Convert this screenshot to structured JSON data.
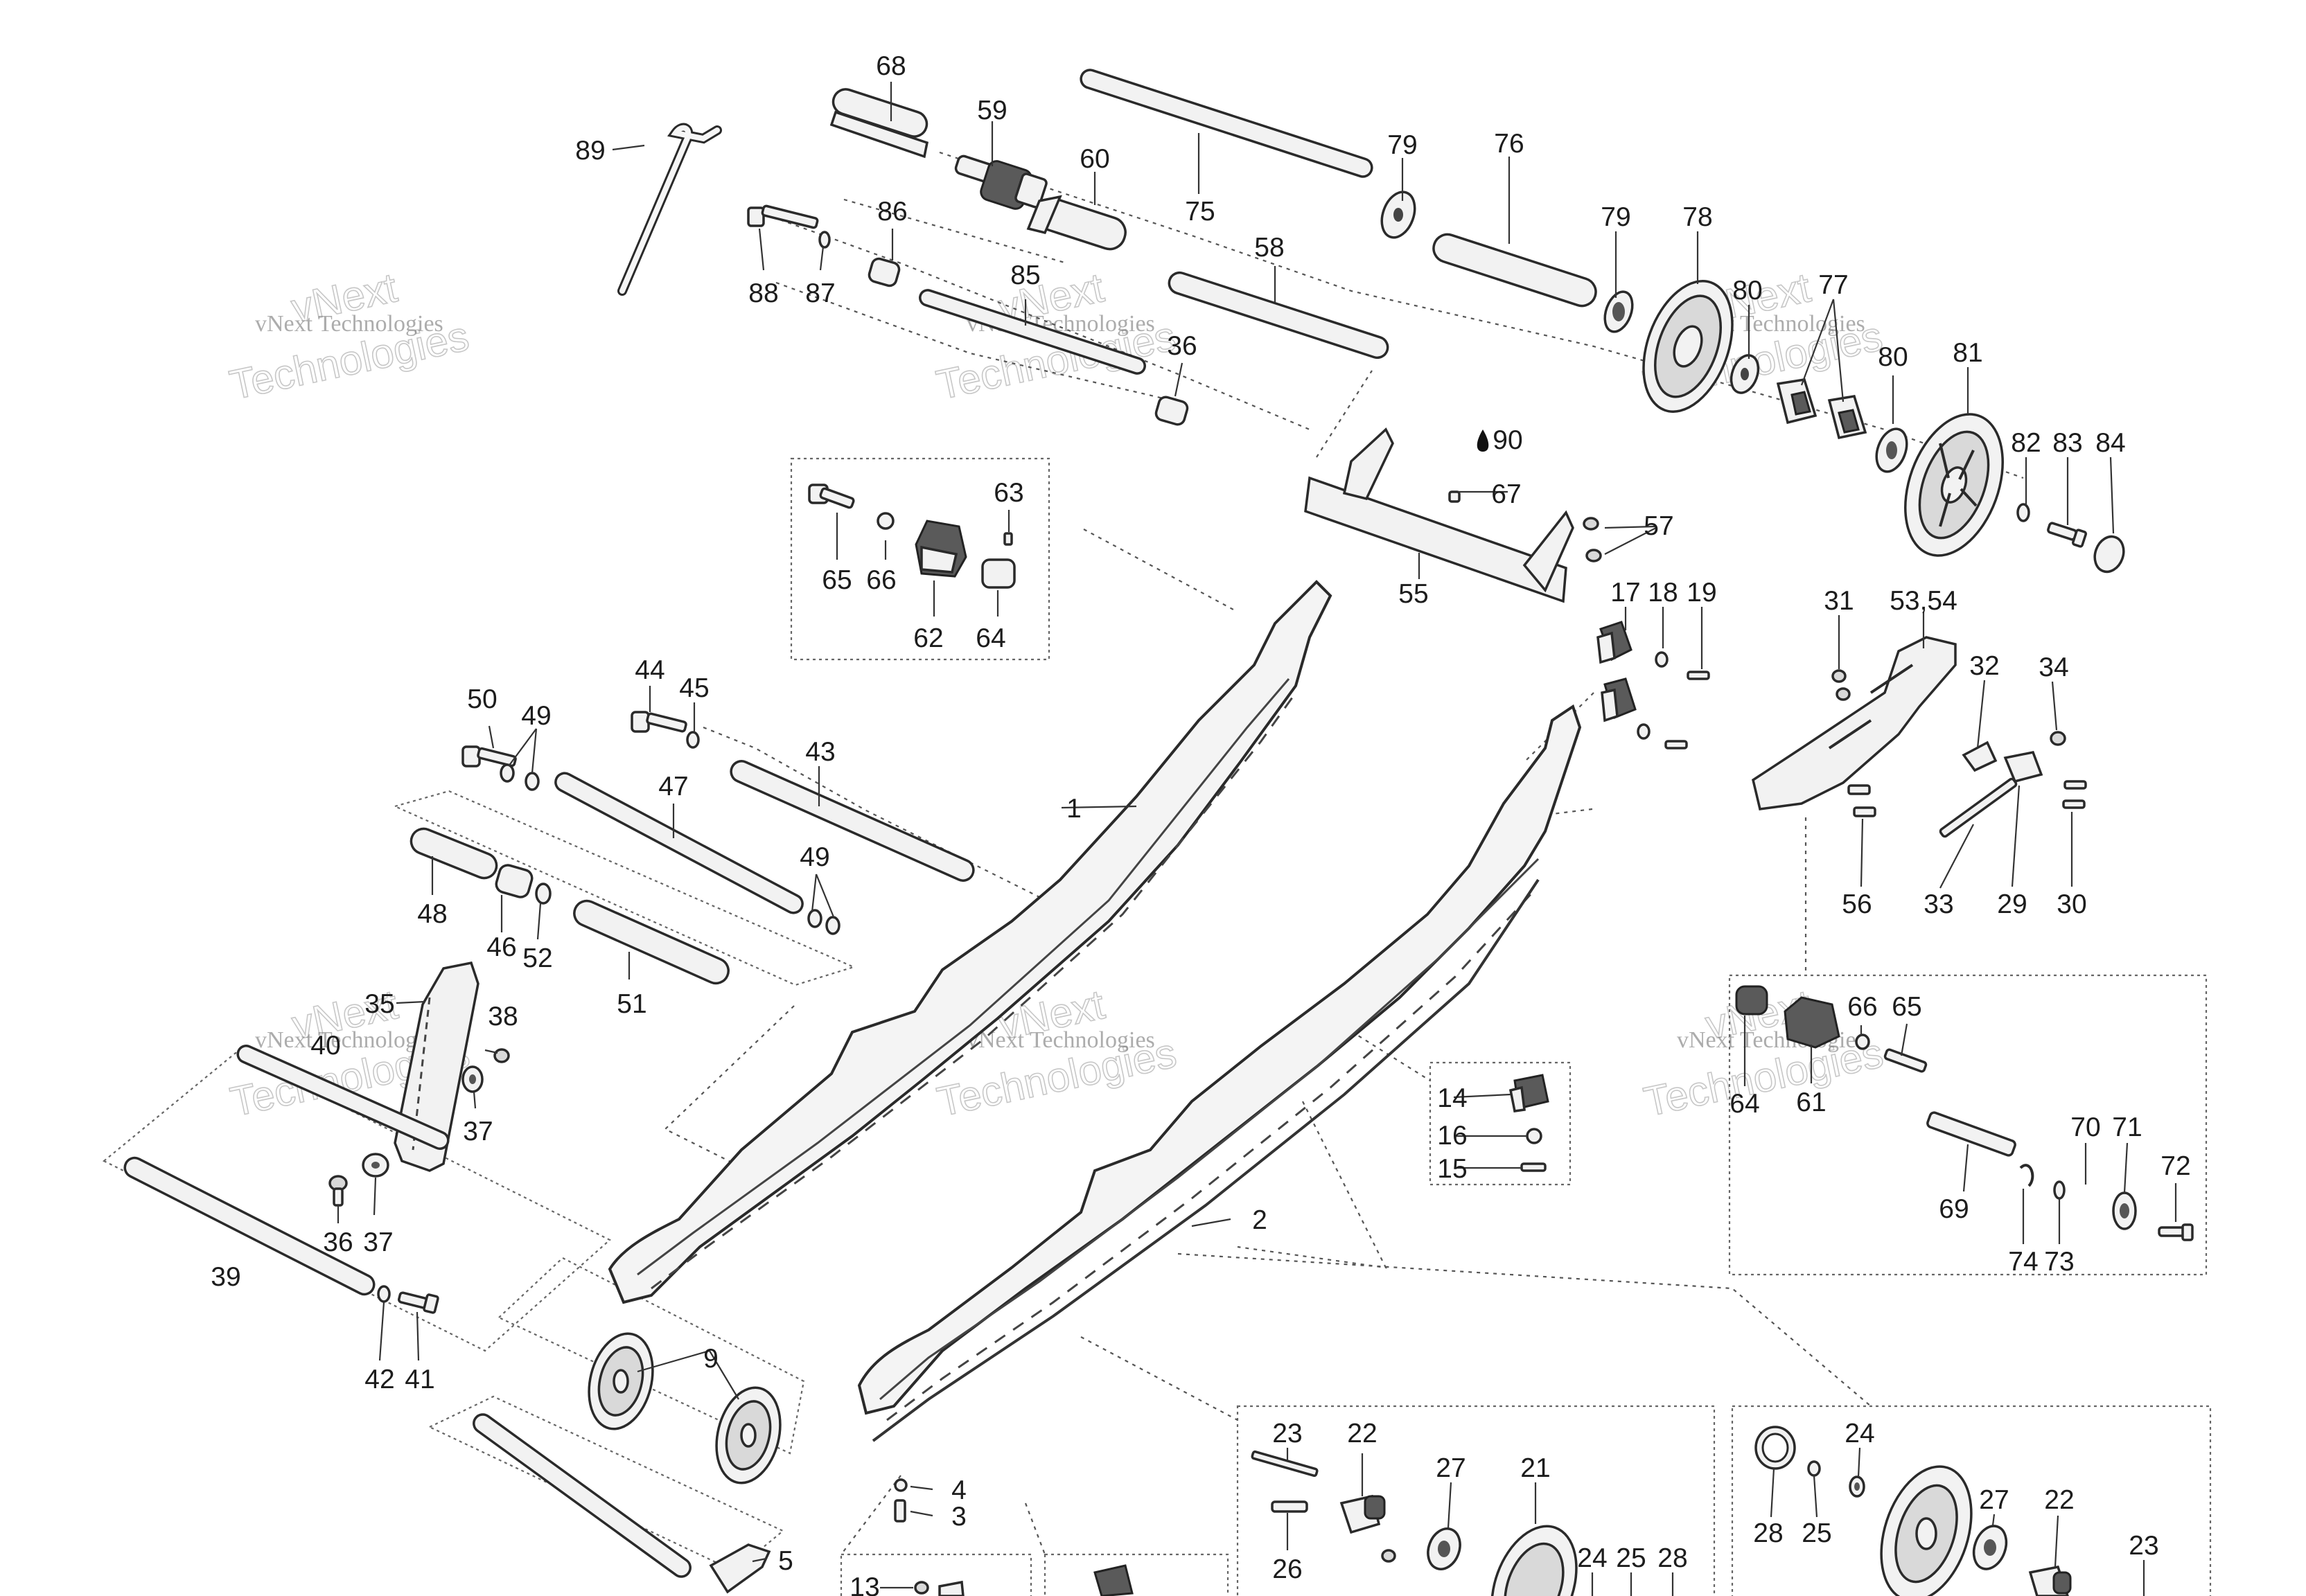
{
  "watermark": {
    "line_small": "vNext Technologies",
    "line_large_1": "vNext",
    "line_large_2": "Technologies"
  },
  "callouts": {
    "c1": "1",
    "c2": "2",
    "c3": "3",
    "c4": "4",
    "c5": "5",
    "c9": "9",
    "c13": "13",
    "c14": "14",
    "c15": "15",
    "c16": "16",
    "c17": "17",
    "c18": "18",
    "c19": "19",
    "c21": "21",
    "c22a": "22",
    "c22b": "22",
    "c23a": "23",
    "c23b": "23",
    "c24a": "24",
    "c24b": "24",
    "c25a": "25",
    "c25b": "25",
    "c26": "26",
    "c27a": "27",
    "c27b": "27",
    "c28a": "28",
    "c28b": "28",
    "c29": "29",
    "c30": "30",
    "c31": "31",
    "c32": "32",
    "c33": "33",
    "c34": "34",
    "c35": "35",
    "c36a": "36",
    "c36b": "36",
    "c37a": "37",
    "c37b": "37",
    "c38": "38",
    "c39": "39",
    "c40": "40",
    "c41": "41",
    "c42": "42",
    "c43": "43",
    "c44": "44",
    "c45": "45",
    "c46": "46",
    "c47": "47",
    "c48": "48",
    "c49a": "49",
    "c49b": "49",
    "c50": "50",
    "c51": "51",
    "c52": "52",
    "c5354": "53,54",
    "c55": "55",
    "c56": "56",
    "c57": "57",
    "c58": "58",
    "c59": "59",
    "c60": "60",
    "c61": "61",
    "c62": "62",
    "c63": "63",
    "c64a": "64",
    "c64b": "64",
    "c65a": "65",
    "c65b": "65",
    "c66a": "66",
    "c66b": "66",
    "c67": "67",
    "c68": "68",
    "c69": "69",
    "c70": "70",
    "c71": "71",
    "c72": "72",
    "c73": "73",
    "c74": "74",
    "c75": "75",
    "c76": "76",
    "c77": "77",
    "c78": "78",
    "c79a": "79",
    "c79b": "79",
    "c80a": "80",
    "c80b": "80",
    "c81": "81",
    "c82": "82",
    "c83": "83",
    "c84": "84",
    "c85": "85",
    "c86": "86",
    "c87": "87",
    "c88": "88",
    "c89": "89",
    "c90": "90"
  }
}
